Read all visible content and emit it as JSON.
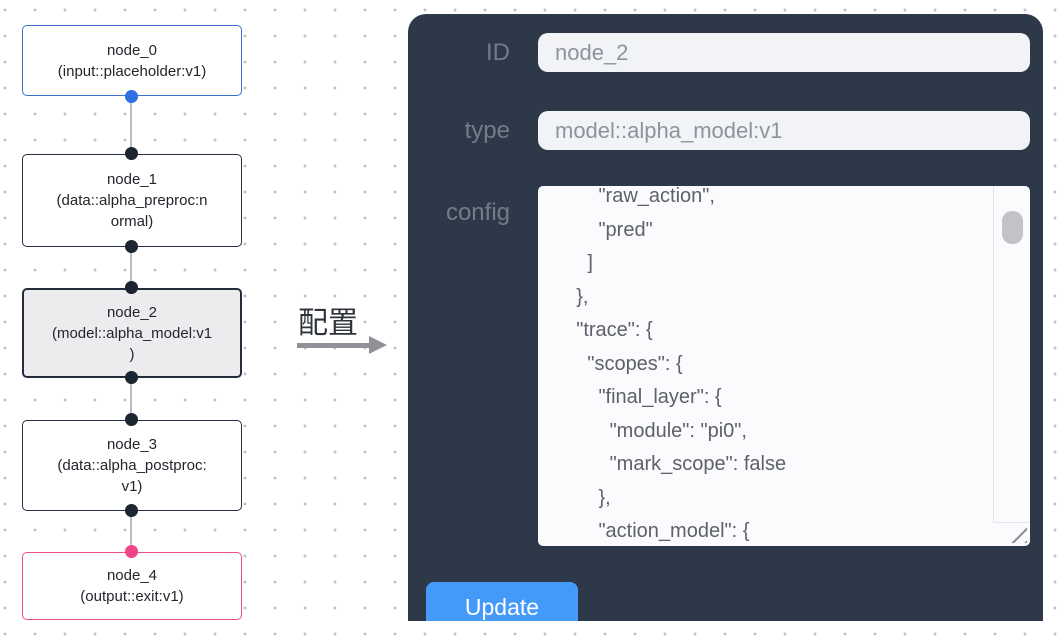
{
  "canvas": {
    "nodes": [
      {
        "label": "node_0\n(input::placeholder:v1)",
        "kind": "input",
        "border_color": "#3e6fd2",
        "port_color": "#2e6fe2"
      },
      {
        "label": "node_1\n(data::alpha_preproc:n\normal)",
        "kind": "default",
        "border_color": "#273040",
        "port_color": "#1d2532"
      },
      {
        "label": "node_2\n(model::alpha_model:v1\n)",
        "kind": "selected",
        "border_color": "#232c3a",
        "background": "#ececef",
        "port_color": "#1d2532"
      },
      {
        "label": "node_3\n(data::alpha_postproc:\nv1)",
        "kind": "default",
        "border_color": "#273040",
        "port_color": "#1d2532"
      },
      {
        "label": "node_4\n(output::exit:v1)",
        "kind": "output",
        "border_color": "#ec4d88",
        "port_color": "#f1458b"
      }
    ]
  },
  "connector": {
    "label": "配置",
    "arrow_color": "#909297"
  },
  "panel": {
    "background": "#2d3848",
    "fields": {
      "id": {
        "label": "ID",
        "value": "node_2"
      },
      "type": {
        "label": "type",
        "value": "model::alpha_model:v1"
      },
      "config": {
        "label": "config",
        "lines": [
          "        \"raw_action\",",
          "        \"pred\"",
          "      ]",
          "    },",
          "    \"trace\": {",
          "      \"scopes\": {",
          "        \"final_layer\": {",
          "          \"module\": \"pi0\",",
          "          \"mark_scope\": false",
          "        },",
          "        \"action_model\": {"
        ]
      }
    },
    "update_label": "Update",
    "accent": "#439af8"
  }
}
